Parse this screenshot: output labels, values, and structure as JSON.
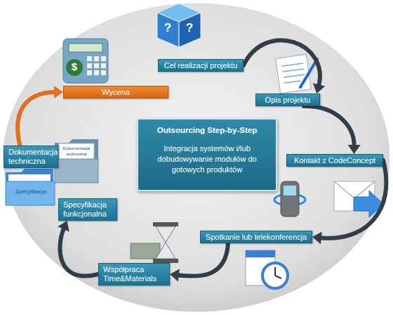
{
  "diagram": {
    "nodes": [
      {
        "text": [
          "Outsourcing Step-by-Step",
          "Integracja systemów i/lub dobudowywanie modułów do gotowych produktów"
        ]
      },
      {
        "text": [
          "Cel realizacji projektu"
        ]
      },
      {
        "text": [
          "Opis projektu"
        ]
      },
      {
        "text": [
          "Kontakt z CodeConcept"
        ]
      },
      {
        "text": [
          "Spotkanie lub telekonferencja"
        ]
      },
      {
        "text": [
          "Współpraca Time&Materials"
        ]
      },
      {
        "text": [
          "Specyfikacja funkcjonalna"
        ]
      },
      {
        "text": [
          "Dokumentacja techniczna"
        ]
      },
      {
        "text": [
          "Wycena"
        ]
      }
    ],
    "edges": [
      {
        "from": 1,
        "to": 2,
        "arrow": "to"
      },
      {
        "from": 2,
        "to": 3,
        "arrow": "to"
      },
      {
        "from": 3,
        "to": 4,
        "arrow": "to"
      },
      {
        "from": 4,
        "to": 5,
        "arrow": "to"
      },
      {
        "from": 5,
        "to": 6,
        "arrow": "to"
      },
      {
        "from": 7,
        "to": 8,
        "arrow": "to"
      }
    ],
    "labels": [
      "Dokumentacja techniczna",
      "Specyfikacja",
      "$",
      "?",
      "?"
    ]
  }
}
